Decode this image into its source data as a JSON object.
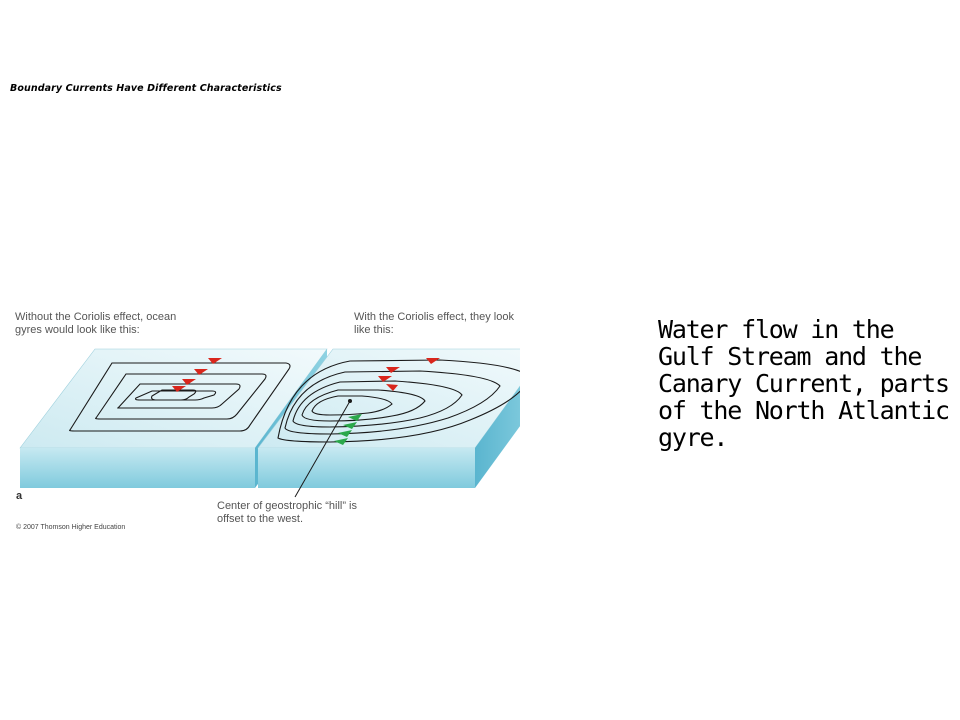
{
  "slide": {
    "title": "Boundary Currents Have Different Characteristics",
    "body_text": "Water flow in the Gulf Stream and the Canary Current, parts of the North Atlantic gyre."
  },
  "figure": {
    "caption_left": "Without the Coriolis effect, ocean gyres would look like this:",
    "caption_right": "With the Coriolis effect, they look like this:",
    "caption_bottom": "Center of geostrophic “hill” is offset to the west.",
    "label": "a",
    "copyright": "© 2007 Thomson Higher Education",
    "colors": {
      "block_top": "#dff2f6",
      "block_front": "#8fd0e0",
      "block_side": "#6fc2d8",
      "contour": "#1a1a1a",
      "arrow_red": "#d9261c",
      "arrow_green": "#2aa84a"
    }
  }
}
